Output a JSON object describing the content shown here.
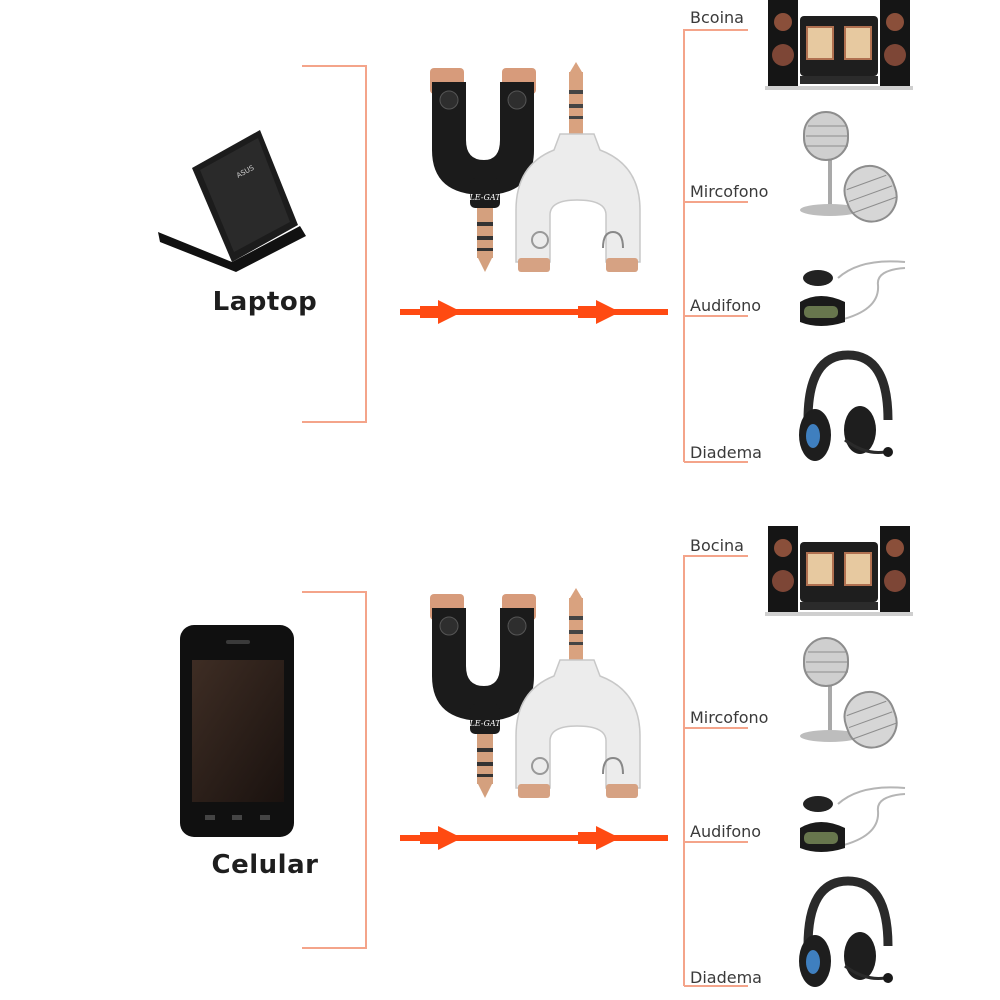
{
  "accent_color": "#f4a48a",
  "arrow_color": "#ff4a12",
  "adapter_brand": "ELE-GATE",
  "panels": [
    {
      "device": {
        "label": "Laptop",
        "icon": "laptop-icon"
      },
      "outputs": [
        {
          "label": "Bcoina",
          "icon": "speaker-system-icon"
        },
        {
          "label": "Mircofono",
          "icon": "microphone-icon"
        },
        {
          "label": "Audifono",
          "icon": "earphone-icon"
        },
        {
          "label": "Diadema",
          "icon": "headset-icon"
        }
      ]
    },
    {
      "device": {
        "label": "Celular",
        "icon": "smartphone-icon"
      },
      "outputs": [
        {
          "label": "Bocina",
          "icon": "speaker-system-icon"
        },
        {
          "label": "Mircofono",
          "icon": "microphone-icon"
        },
        {
          "label": "Audifono",
          "icon": "earphone-icon"
        },
        {
          "label": "Diadema",
          "icon": "headset-icon"
        }
      ]
    }
  ]
}
